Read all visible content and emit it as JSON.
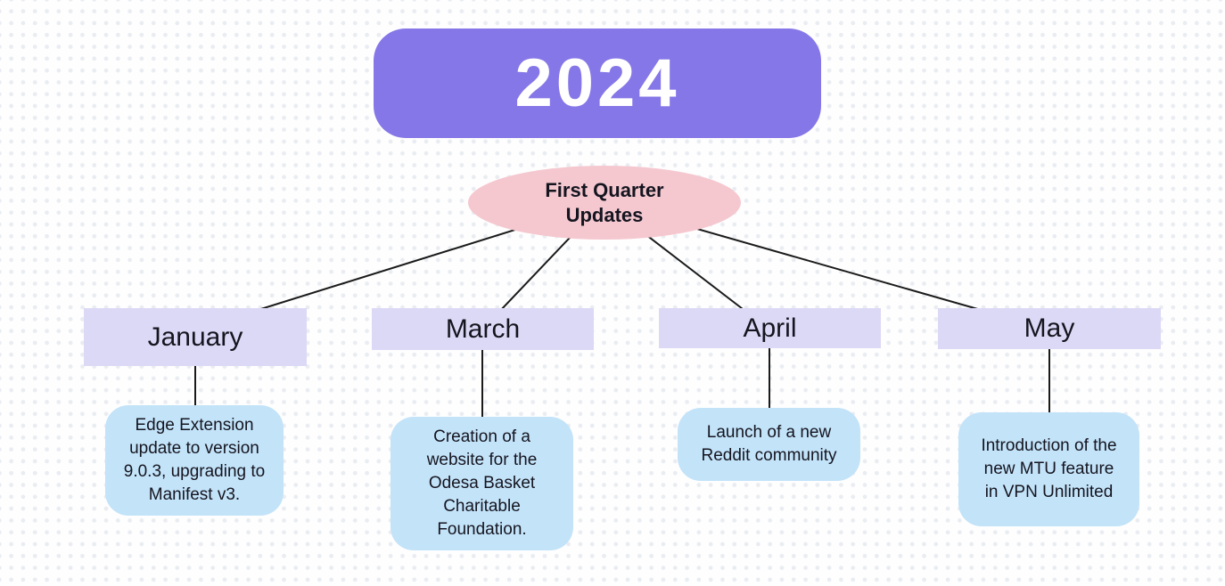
{
  "diagram": {
    "year_label": "2024",
    "root_label": "First Quarter Updates",
    "months": [
      {
        "name": "January",
        "update": "Edge Extension update to version 9.0.3, upgrading to Manifest v3."
      },
      {
        "name": "March",
        "update": "Creation of a website for the Odesa Basket Charitable Foundation."
      },
      {
        "name": "April",
        "update": "Launch of a new Reddit community"
      },
      {
        "name": "May",
        "update": "Introduction of the new MTU feature in VPN Unlimited"
      }
    ],
    "colors": {
      "year_banner_bg": "#8677e8",
      "year_banner_text": "#ffffff",
      "root_ellipse_bg": "#f5c8d0",
      "month_box_bg": "#dcd9f6",
      "update_box_bg": "#c3e3f9",
      "connector_line": "#1a1a1a",
      "node_text": "#15151f",
      "background_dot": "#e9ecf1"
    }
  }
}
